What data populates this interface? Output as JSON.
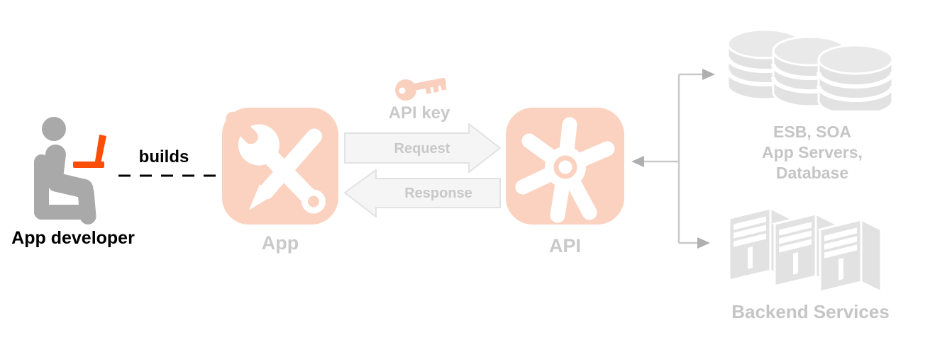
{
  "colors": {
    "salmon": "#FBD2BF",
    "salmon-soft": "#F9CFBE",
    "orange": "#FA4E09",
    "person-gray": "#A9A9A9",
    "label-gray": "#C9C9C9",
    "arrow-fill": "#F5F5F5",
    "arrow-stroke": "#E2E2E2",
    "arrow-text": "#C8C8C8",
    "connector-line": "#C9C9C9",
    "connector-head": "#AFAFAF",
    "backend-fill": "#E2E2E2",
    "backend-fill-light": "#E9E9E9",
    "backend-text": "#C5C5C5",
    "text-black": "#000000"
  },
  "icons": {
    "developer": "person-at-laptop-icon",
    "app": "wrench-and-pencil-icon",
    "api": "pinwheel-gear-icon",
    "api_key": "key-icon",
    "databases": "database-stack-icon",
    "servers": "server-towers-icon"
  },
  "developer": {
    "label": "App developer",
    "relation_label": "builds"
  },
  "app": {
    "label": "App"
  },
  "api": {
    "label": "API"
  },
  "api_key": {
    "label": "API key"
  },
  "request": {
    "label": "Request"
  },
  "response": {
    "label": "Response"
  },
  "backend_top": {
    "line1": "ESB, SOA",
    "line2": "App Servers,",
    "line3": "Database"
  },
  "backend_bottom": {
    "label": "Backend Services"
  }
}
